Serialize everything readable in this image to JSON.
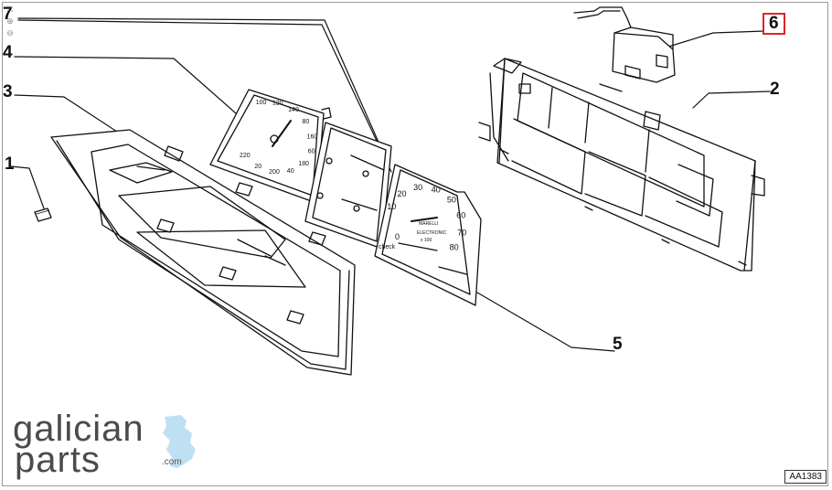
{
  "diagram": {
    "callouts": [
      {
        "id": "1",
        "label": "1"
      },
      {
        "id": "2",
        "label": "2"
      },
      {
        "id": "3",
        "label": "3"
      },
      {
        "id": "4",
        "label": "4"
      },
      {
        "id": "5",
        "label": "5"
      },
      {
        "id": "6",
        "label": "6",
        "selected": true
      },
      {
        "id": "7",
        "label": "7"
      }
    ],
    "reference_code": "AA1383"
  },
  "gauges": {
    "speedometer": [
      "100",
      "120",
      "140",
      "80",
      "160",
      "60",
      "180",
      "40",
      "200",
      "20",
      "220"
    ],
    "tachometer": [
      "10",
      "20",
      "30",
      "40",
      "50",
      "60",
      "70",
      "80",
      "0"
    ],
    "tach_text": [
      "MARELLI",
      "ELECTRONIC",
      "x 100",
      "check"
    ]
  },
  "brand": {
    "line1": "galician",
    "line2": "parts",
    "suffix": ".com",
    "map_color": "#bfe0f2"
  },
  "colors": {
    "highlight": "#d9262b",
    "ink": "#111111"
  }
}
